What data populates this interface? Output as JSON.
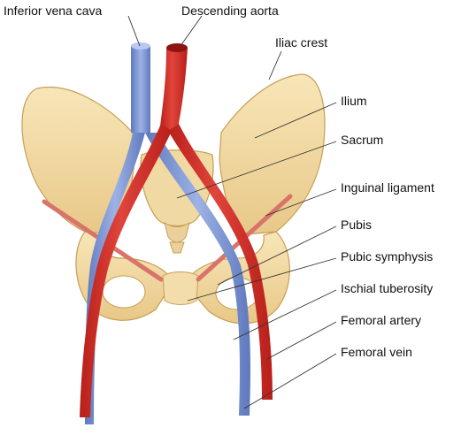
{
  "labels": {
    "inferior_vena_cava": "Inferior vena cava",
    "descending_aorta": "Descending aorta",
    "iliac_crest": "Iliac crest",
    "ilium": "Ilium",
    "sacrum": "Sacrum",
    "inguinal_ligament": "Inguinal ligament",
    "pubis": "Pubis",
    "pubic_symphysis": "Pubic symphysis",
    "ischial_tuberosity": "Ischial tuberosity",
    "femoral_artery": "Femoral artery",
    "femoral_vein": "Femoral vein"
  },
  "colors": {
    "bone": "#f2d9a0",
    "bone_shadow": "#d9b36a",
    "artery": "#d8322b",
    "vein": "#7f9ad6",
    "ligament": "#d8746a"
  }
}
